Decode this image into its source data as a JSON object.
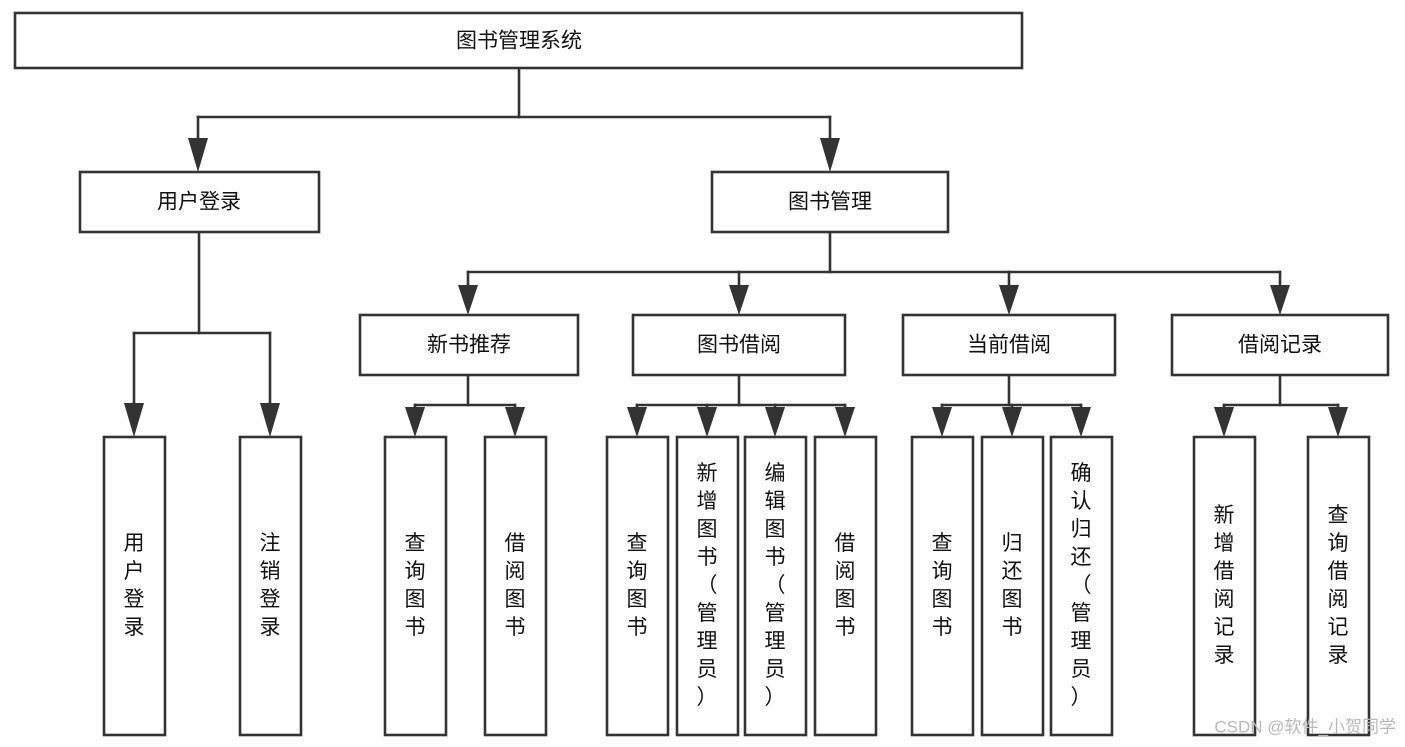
{
  "page": {
    "title": "图书管理系统 功能结构图",
    "background_color": "#ffffff",
    "box_stroke_color": "#333333",
    "box_fill_color": "#ffffff",
    "text_color": "#111111"
  },
  "watermark": {
    "text": "CSDN @软件_小贺同学",
    "color": "#b9b9b9"
  },
  "chart_data": {
    "type": "diagram",
    "diagram_kind": "tree-hierarchy",
    "orientation": "top-down",
    "title": "图书管理系统",
    "levels": 4,
    "node_count": 18,
    "edge_style": "orthogonal-with-arrowheads"
  },
  "root": {
    "id": "root",
    "label": "图书管理系统"
  },
  "level2": [
    {
      "id": "user-login",
      "label": "用户登录"
    },
    {
      "id": "book-manage",
      "label": "图书管理"
    }
  ],
  "level3": [
    {
      "id": "new-book-rec",
      "label": "新书推荐",
      "parent": "book-manage"
    },
    {
      "id": "book-borrow",
      "label": "图书借阅",
      "parent": "book-manage"
    },
    {
      "id": "current-borrow",
      "label": "当前借阅",
      "parent": "book-manage"
    },
    {
      "id": "borrow-record",
      "label": "借阅记录",
      "parent": "book-manage"
    }
  ],
  "leaves": {
    "user_login": [
      {
        "id": "leaf-user-login",
        "label": "用户登录"
      },
      {
        "id": "leaf-user-logout",
        "label": "注销登录"
      }
    ],
    "new_book_rec": [
      {
        "id": "leaf-query-book-1",
        "label": "查询图书"
      },
      {
        "id": "leaf-borrow-book-1",
        "label": "借阅图书"
      }
    ],
    "book_borrow": [
      {
        "id": "leaf-query-book-2",
        "label": "查询图书"
      },
      {
        "id": "leaf-add-book",
        "label": "新增图书（管理员）"
      },
      {
        "id": "leaf-edit-book",
        "label": "编辑图书（管理员）"
      },
      {
        "id": "leaf-borrow-book-2",
        "label": "借阅图书"
      }
    ],
    "current_borrow": [
      {
        "id": "leaf-query-book-3",
        "label": "查询图书"
      },
      {
        "id": "leaf-return-book",
        "label": "归还图书"
      },
      {
        "id": "leaf-confirm-return",
        "label": "确认归还（管理员）"
      }
    ],
    "borrow_record": [
      {
        "id": "leaf-add-record",
        "label": "新增借阅记录"
      },
      {
        "id": "leaf-query-record",
        "label": "查询借阅记录"
      }
    ]
  }
}
